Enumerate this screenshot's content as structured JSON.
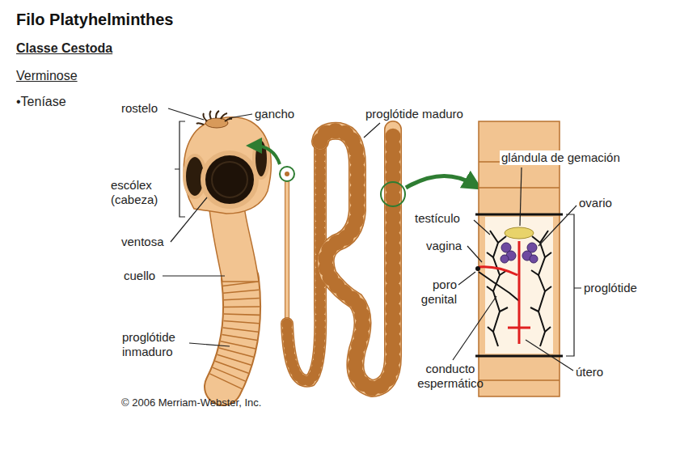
{
  "diagram": {
    "title": "Filo Platyhelminthes",
    "labels": [
      "Classe Cestoda",
      "Verminose",
      "•Teníase",
      "rostelo",
      "gancho",
      "escólex (cabeza)",
      "ventosa",
      "cuello",
      "proglótide inmaduro",
      "proglótide maduro",
      "glándula de gemación",
      "ovario",
      "testículo",
      "vagina",
      "poro genital",
      "proglótide",
      "conducto espermático",
      "útero",
      "© 2006 Merriam-Webster, Inc."
    ]
  }
}
